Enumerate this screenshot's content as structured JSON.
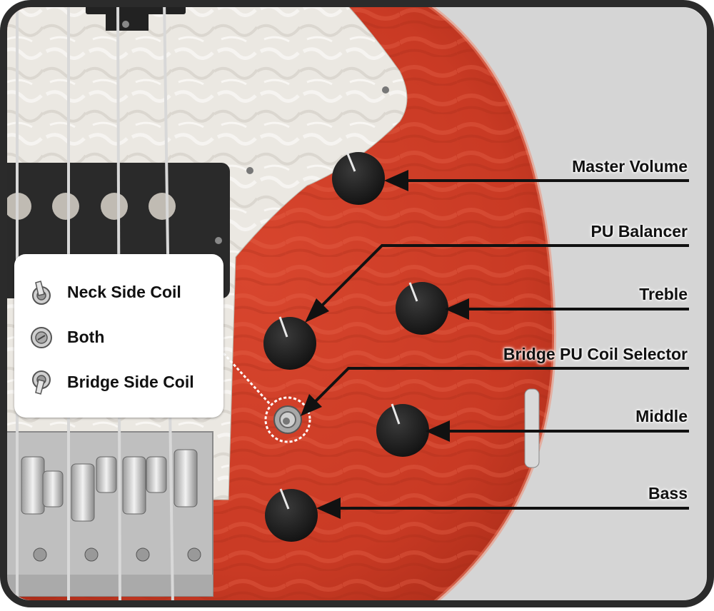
{
  "callouts": {
    "master_volume": "Master Volume",
    "pu_balancer": "PU Balancer",
    "treble": "Treble",
    "bridge_pu_coil_selector": "Bridge PU Coil Selector",
    "middle": "Middle",
    "bass": "Bass"
  },
  "legend": {
    "items": [
      {
        "label": "Neck Side Coil",
        "icon": "toggle-up-icon"
      },
      {
        "label": "Both",
        "icon": "toggle-center-icon"
      },
      {
        "label": "Bridge Side Coil",
        "icon": "toggle-down-icon"
      }
    ]
  },
  "colors": {
    "body": "#d9412a",
    "pickguard": "#ece9e3",
    "knob": "#1c1c1c",
    "frame": "#2b2b2b",
    "background": "#d5d5d5"
  }
}
